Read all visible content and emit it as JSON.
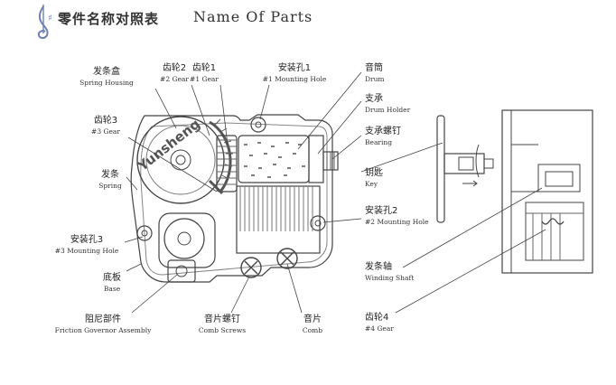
{
  "header": {
    "title_cn": "零件名称对照表",
    "title_en": "Name Of Parts"
  },
  "logo_text": "Yunsheng",
  "parts": {
    "spring_housing": {
      "cn": "发条盒",
      "en": "Spring Housing"
    },
    "gear2a": {
      "cn": "齿轮2",
      "en": "#2 Gear"
    },
    "gear1": {
      "cn": "齿轮1",
      "en": "#1 Gear"
    },
    "hole1": {
      "cn": "安装孔1",
      "en": "#1 Mounting Hole"
    },
    "drum": {
      "cn": "音筒",
      "en": "Drum"
    },
    "drum_holder": {
      "cn": "支承",
      "en": "Drum Holder"
    },
    "bearing": {
      "cn": "支承螺钉",
      "en": "Bearing"
    },
    "gear3": {
      "cn": "齿轮3",
      "en": "#3 Gear"
    },
    "spring": {
      "cn": "发条",
      "en": "Spring"
    },
    "key": {
      "cn": "钥匙",
      "en": "Key"
    },
    "hole2": {
      "cn": "安装孔2",
      "en": "#2 Mounting Hole"
    },
    "hole3": {
      "cn": "安装孔3",
      "en": "#3 Mounting Hole"
    },
    "base": {
      "cn": "底板",
      "en": "Base"
    },
    "winding_shaft": {
      "cn": "发条轴",
      "en": "Winding Shaft"
    },
    "friction_governor": {
      "cn": "阻尼部件",
      "en": "Friction Governor Assembly"
    },
    "comb_screws": {
      "cn": "音片螺钉",
      "en": "Comb Screws"
    },
    "comb": {
      "cn": "音片",
      "en": "Comb"
    },
    "gear4": {
      "cn": "齿轮4",
      "en": "#4 Gear"
    }
  },
  "colors": {
    "line": "#444444",
    "text": "#333333",
    "bg": "#ffffff"
  }
}
